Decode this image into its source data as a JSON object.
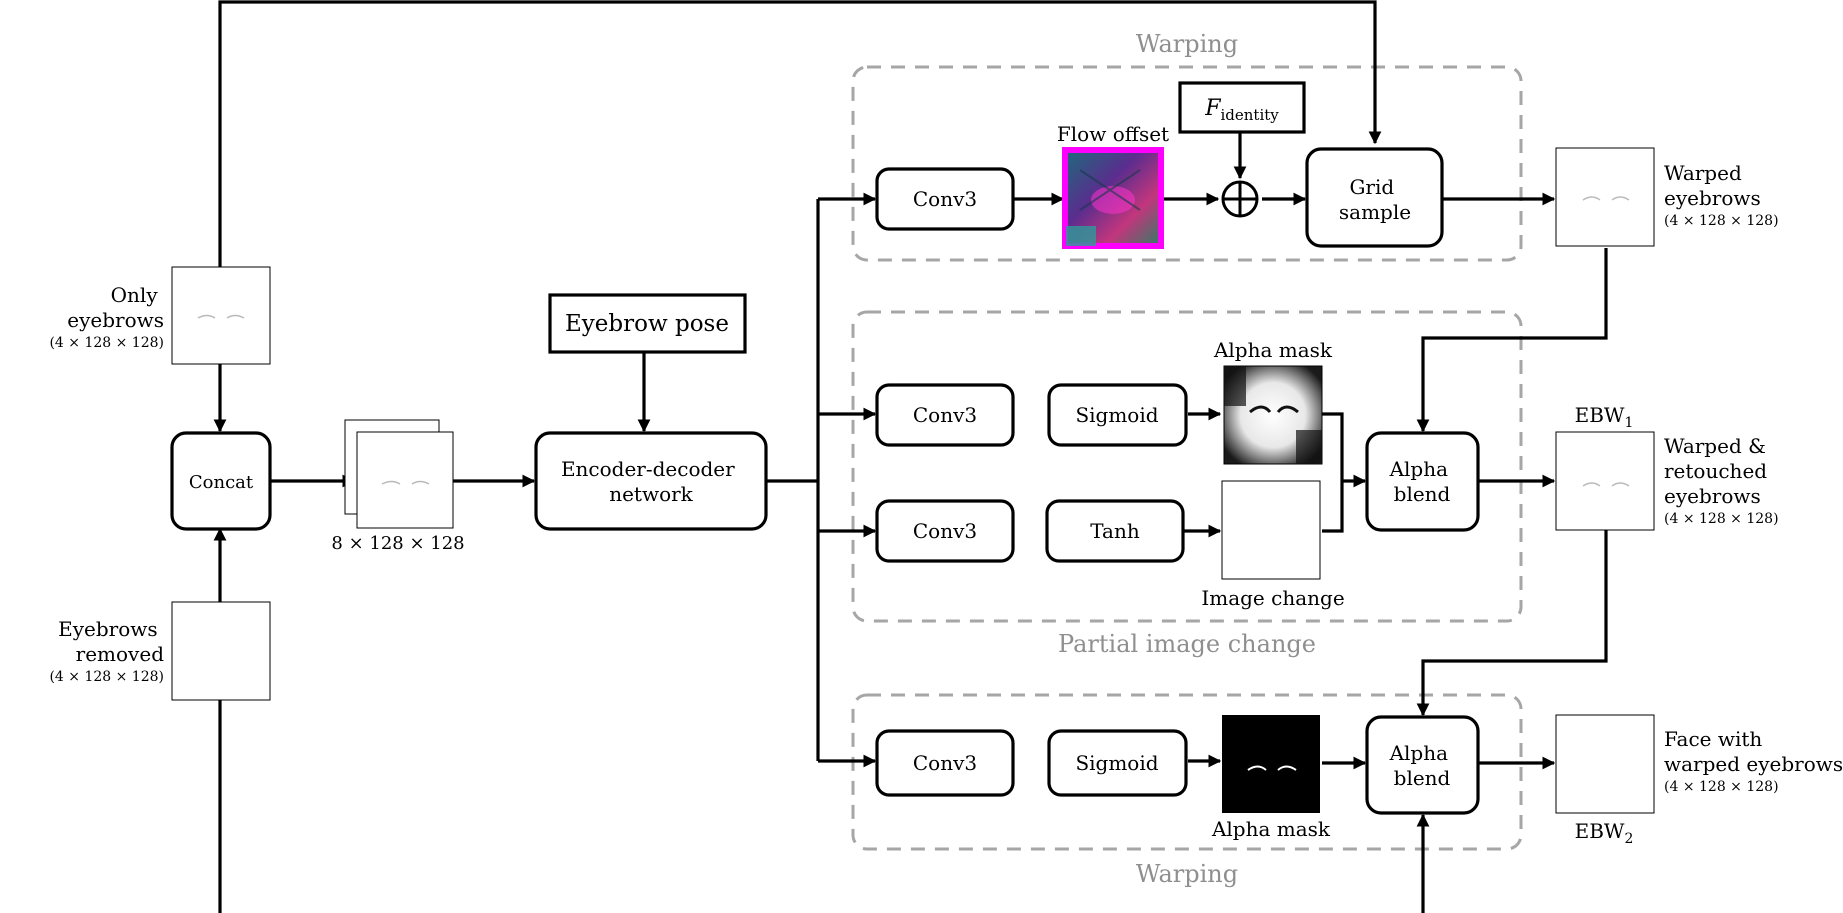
{
  "groups": {
    "warping_top": "Warping",
    "partial": "Partial image change",
    "warping_bottom": "Warping"
  },
  "inputs": {
    "only_eyebrows_l1": "Only",
    "only_eyebrows_l2": "eyebrows",
    "only_eyebrows_dim": "(4 × 128 × 128)",
    "eyebrows_removed_l1": "Eyebrows",
    "eyebrows_removed_l2": "removed",
    "eyebrows_removed_dim": "(4 × 128 × 128)"
  },
  "nodes": {
    "concat": "Concat",
    "concat_dim": "8 × 128 × 128",
    "eyebrow_pose": "Eyebrow pose",
    "encoder_l1": "Encoder-decoder",
    "encoder_l2": "network",
    "conv_warp": "Conv3",
    "conv_alpha": "Conv3",
    "conv_change": "Conv3",
    "conv_final": "Conv3",
    "sigmoid_1": "Sigmoid",
    "tanh": "Tanh",
    "sigmoid_2": "Sigmoid",
    "f_identity_main": "F",
    "f_identity_sub": "identity",
    "grid_l1": "Grid",
    "grid_l2": "sample",
    "alpha_blend_1_l1": "Alpha",
    "alpha_blend_1_l2": "blend",
    "alpha_blend_2_l1": "Alpha",
    "alpha_blend_2_l2": "blend"
  },
  "intermediate": {
    "flow_offset": "Flow offset",
    "alpha_mask_top": "Alpha mask",
    "image_change": "Image change",
    "alpha_mask_bottom": "Alpha mask"
  },
  "outputs": {
    "warped_l1": "Warped",
    "warped_l2": "eyebrows",
    "warped_dim": "(4 × 128 × 128)",
    "ebw1_main": "EBW",
    "ebw1_sub": "1",
    "retouched_l1": "Warped &",
    "retouched_l2": "retouched",
    "retouched_l3": "eyebrows",
    "retouched_dim": "(4 × 128 × 128)",
    "face_l1": "Face with",
    "face_l2": "warped eyebrows",
    "face_dim": "(4 × 128 × 128)",
    "ebw2_main": "EBW",
    "ebw2_sub": "2"
  },
  "icons": [
    "plus-circle-icon",
    "arrowhead-icon",
    "anime-face-thumbnail",
    "eyebrow-thumbnail",
    "flow-offset-thumbnail",
    "alpha-mask-thumbnail"
  ],
  "colors": {
    "group_border": "#a6a6a6",
    "group_label": "#8f8f8f",
    "flow_magenta": "#ff00ff",
    "hair": "#6b3a2a",
    "ribbon": "#e4213b"
  }
}
